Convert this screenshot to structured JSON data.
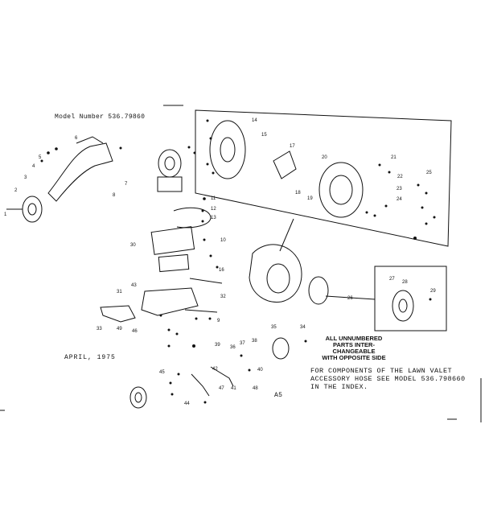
{
  "header": {
    "model_number": "Model Number 536.79860"
  },
  "footer": {
    "date": "APRIL, 1975",
    "page_code": "A5"
  },
  "notes": {
    "unnumbered_parts": [
      "ALL UNNUMBERED",
      "PARTS INTER-CHANGEABLE",
      "WITH OPPOSITE SIDE"
    ],
    "components_line1": "FOR COMPONENTS OF THE LAWN VALET",
    "components_line2": "ACCESSORY HOSE SEE MODEL 536.798660",
    "components_line3": "IN THE INDEX."
  },
  "callouts": [
    "1",
    "2",
    "3",
    "4",
    "5",
    "6",
    "7",
    "8",
    "9",
    "10",
    "11",
    "12",
    "13",
    "14",
    "15",
    "16",
    "17",
    "18",
    "19",
    "20",
    "21",
    "22",
    "23",
    "24",
    "25",
    "26",
    "27",
    "28",
    "29",
    "30",
    "31",
    "32",
    "33",
    "34",
    "35",
    "36",
    "37",
    "38",
    "39",
    "40",
    "41",
    "42",
    "43",
    "44",
    "45",
    "46",
    "47",
    "48",
    "49"
  ]
}
